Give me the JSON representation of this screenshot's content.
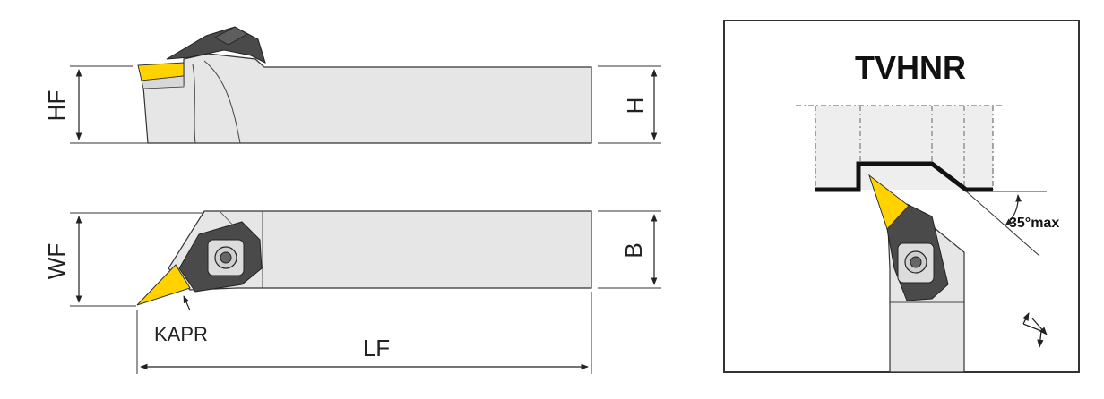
{
  "labels": {
    "hf": "HF",
    "h": "H",
    "wf": "WF",
    "b": "B",
    "kapr": "KAPR",
    "lf": "LF",
    "title": "TVHNR",
    "angle": "35°max"
  },
  "colors": {
    "body_fill": "#e6e6e6",
    "body_stroke": "#333333",
    "insert_yellow": "#ffd200",
    "clamp_dark": "#4a4a4a",
    "workpiece_fill": "#eeeeee",
    "profile_line": "#111111"
  },
  "icons": {
    "hand_direction": "feed-direction-arrows-icon"
  }
}
